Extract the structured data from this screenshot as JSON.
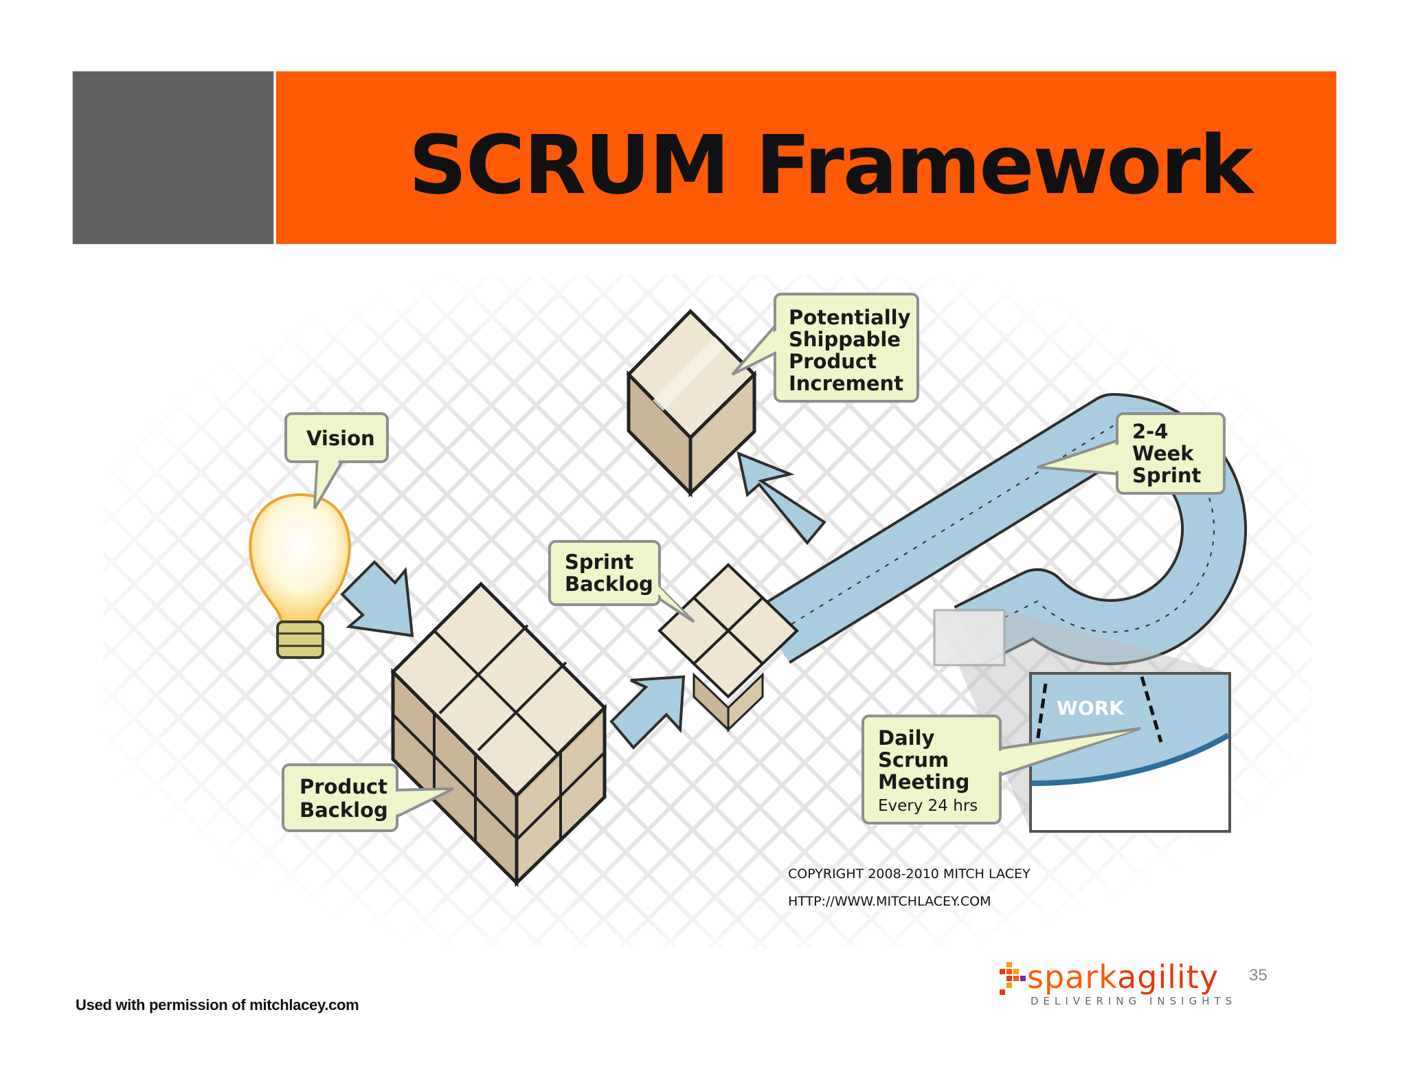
{
  "slide": {
    "title": "SCRUM Framework",
    "page_number": "35",
    "permission_note": "Used with permission of mitchlacey.com"
  },
  "diagram": {
    "callouts": {
      "vision": "Vision",
      "product_backlog": [
        "Product",
        "Backlog"
      ],
      "sprint_backlog": [
        "Sprint",
        "Backlog"
      ],
      "increment": [
        "Potentially",
        "Shippable",
        "Product",
        "Increment"
      ],
      "sprint": [
        "2-4",
        "Week",
        "Sprint"
      ],
      "daily_scrum": [
        "Daily",
        "Scrum",
        "Meeting"
      ],
      "daily_scrum_frequency": "Every 24 hrs",
      "work_label": "WORK"
    },
    "copyright": "COPYRIGHT 2008-2010 MITCH LACEY",
    "url": "HTTP://WWW.MITCHLACEY.COM"
  },
  "logo": {
    "word_part1": "spark",
    "word_part2": "agility",
    "tagline": "DELIVERING INSIGHTS"
  },
  "colors": {
    "accent_orange": "#ff5a05",
    "header_gray": "#616161",
    "callout_fill": "#eef5c9",
    "track_blue": "#a9cde0",
    "box_tan": "#e2d5b9"
  }
}
